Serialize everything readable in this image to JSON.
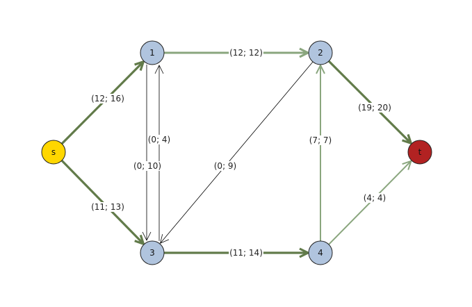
{
  "colors": {
    "node_fill": "#b0c4de",
    "source_fill": "#ffd700",
    "sink_fill": "#b22222",
    "saturated": "#8aa67e",
    "flow": "#627b4a",
    "empty": "#000000"
  },
  "nodes": [
    {
      "id": "s",
      "label": "s",
      "kind": "source"
    },
    {
      "id": "1",
      "label": "1",
      "kind": "normal"
    },
    {
      "id": "2",
      "label": "2",
      "kind": "normal"
    },
    {
      "id": "3",
      "label": "3",
      "kind": "normal"
    },
    {
      "id": "4",
      "label": "4",
      "kind": "normal"
    },
    {
      "id": "t",
      "label": "t",
      "kind": "sink"
    }
  ],
  "edges": [
    {
      "from": "s",
      "to": "1",
      "label": "(12; 16)",
      "flow": 12,
      "capacity": 16
    },
    {
      "from": "s",
      "to": "3",
      "label": "(11; 13)",
      "flow": 11,
      "capacity": 13
    },
    {
      "from": "1",
      "to": "2",
      "label": "(12; 12)",
      "flow": 12,
      "capacity": 12
    },
    {
      "from": "2",
      "to": "t",
      "label": "(19; 20)",
      "flow": 19,
      "capacity": 20
    },
    {
      "from": "4",
      "to": "2",
      "label": "(7; 7)",
      "flow": 7,
      "capacity": 7
    },
    {
      "from": "4",
      "to": "t",
      "label": "(4; 4)",
      "flow": 4,
      "capacity": 4
    },
    {
      "from": "3",
      "to": "4",
      "label": "(11; 14)",
      "flow": 11,
      "capacity": 14
    },
    {
      "from": "1",
      "to": "3",
      "label": "(0; 10)",
      "flow": 0,
      "capacity": 10
    },
    {
      "from": "3",
      "to": "1",
      "label": "(0; 4)",
      "flow": 0,
      "capacity": 4
    },
    {
      "from": "2",
      "to": "3",
      "label": "(0; 9)",
      "flow": 0,
      "capacity": 9
    }
  ]
}
